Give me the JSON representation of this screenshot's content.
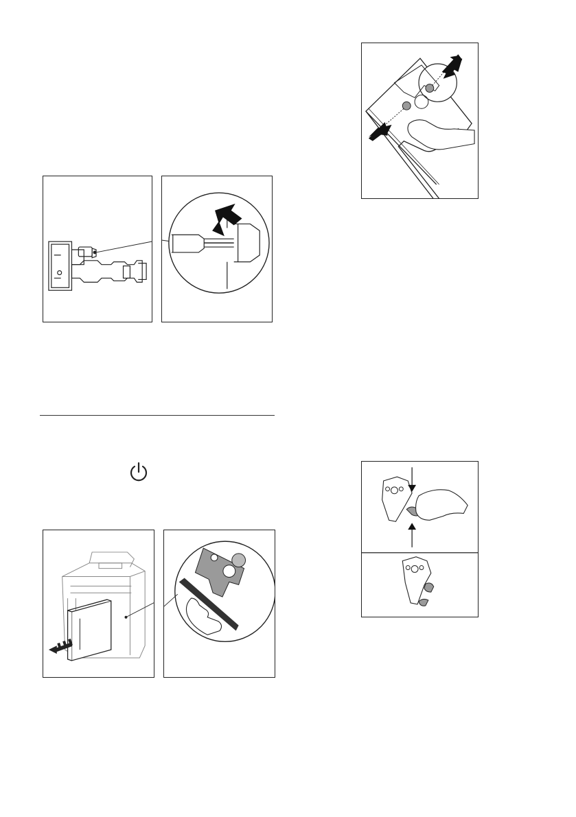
{
  "page": {
    "figures": [
      {
        "name": "piston-overview",
        "icon": "brewing-unit-piston-illustration"
      },
      {
        "name": "piston-detail-zoom",
        "icon": "magnified-piston-needle-with-arrow"
      },
      {
        "name": "machine-remove-water-tank",
        "icon": "coffee-machine-side-panel-removal"
      },
      {
        "name": "panel-holding-detail",
        "icon": "hand-holding-panel-zoom"
      },
      {
        "name": "press-release-points",
        "icon": "hand-pressing-two-points-arrows"
      },
      {
        "name": "squeeze-brewing-unit",
        "icon": "brewing-unit-squeeze-levers"
      },
      {
        "name": "brewing-unit-released",
        "icon": "brewing-unit-released"
      }
    ],
    "symbols": {
      "power": "power-icon"
    },
    "colors": {
      "line": "#222222",
      "fill_gray": "#9a9a9a",
      "dark": "#111111"
    }
  }
}
